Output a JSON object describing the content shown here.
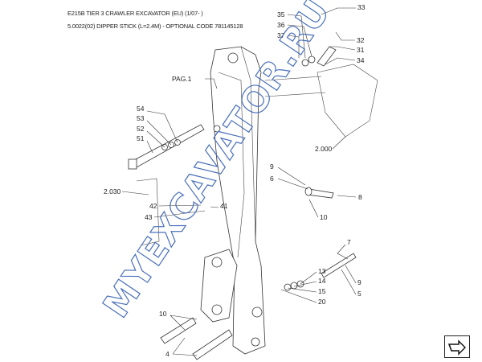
{
  "header": {
    "line1": "E215B TIER 3 CRAWLER EXCAVATOR (EU) (1/07- )",
    "line2": "5.0022(02) DIPPER STICK (L=2.4M) - OPTIONAL CODE 781145128"
  },
  "watermark": "MYEXCAVATOR.RU",
  "callouts": [
    "33",
    "35",
    "36",
    "37",
    "32",
    "31",
    "34",
    "PAG.1",
    "54",
    "53",
    "52",
    "51",
    "2.000",
    "2.030",
    "9",
    "6",
    "8",
    "10",
    "42",
    "43",
    "41",
    "7",
    "9",
    "5",
    "13",
    "14",
    "15",
    "20",
    "10",
    "4"
  ],
  "nav_icon": "next-page-arrow-icon"
}
